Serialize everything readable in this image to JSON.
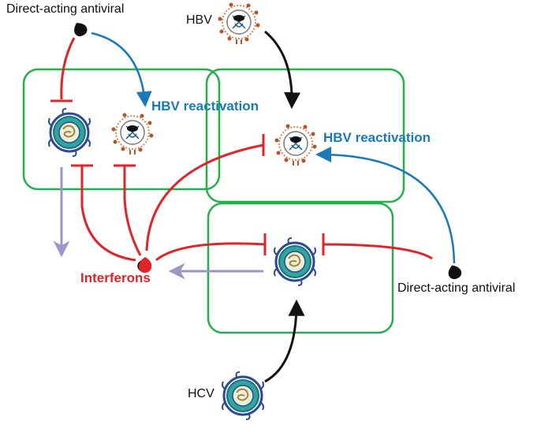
{
  "labels": {
    "daa_top": "Direct-acting antiviral",
    "daa_right": "Direct-acting antiviral",
    "hbv_top": "HBV",
    "hcv_bottom": "HCV",
    "reactivation_left": "HBV reactivation",
    "reactivation_right": "HBV reactivation",
    "interferons": "Interferons"
  },
  "colors": {
    "box": "#22b04b",
    "inhibit": "#e0242b",
    "reactivation": "#1a7ab8",
    "infection": "#111111",
    "output": "#9b96c6",
    "hcv_fill": "#2fa59e",
    "hcv_envelope": "#2b4a8f",
    "hbv_spike": "#b5542a"
  },
  "icons": {
    "antiviral": "pill-drop-icon",
    "hcv": "hcv-virion-icon",
    "hbv": "hbv-virion-icon"
  }
}
